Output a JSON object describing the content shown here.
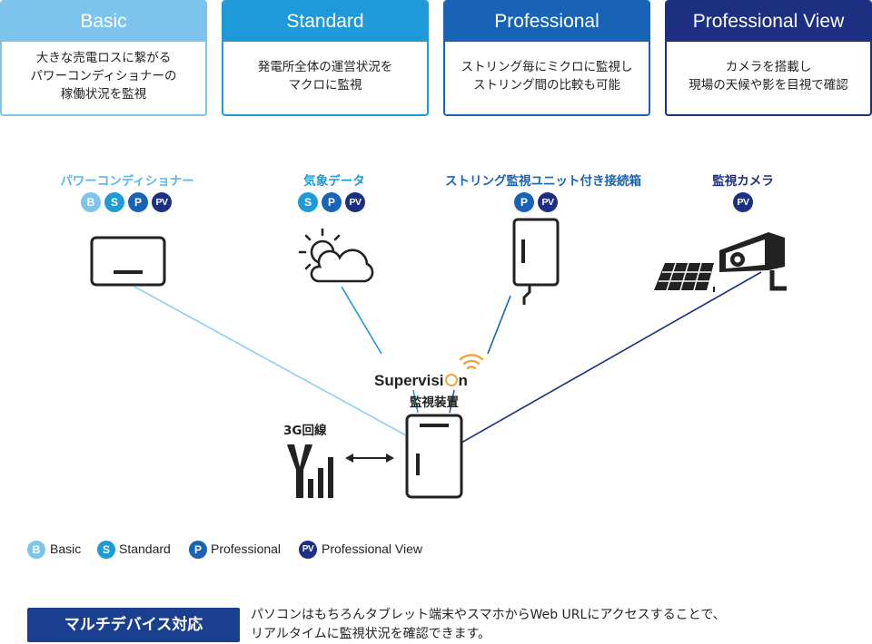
{
  "plans": [
    {
      "key": "basic",
      "name": "Basic",
      "description": "大きな売電ロスに繋がる\nパワーコンディショナーの\n稼働状況を監視",
      "color": "#7cc4ec"
    },
    {
      "key": "standard",
      "name": "Standard",
      "description": "発電所全体の運営状況を\nマクロに監視",
      "color": "#1e9ad8"
    },
    {
      "key": "professional",
      "name": "Professional",
      "description": "ストリング毎にミクロに監視し\nストリング間の比較も可能",
      "color": "#1863b5"
    },
    {
      "key": "pv",
      "name": "Professional View",
      "description": "カメラを搭載し\n現場の天候や影を目視で確認",
      "color": "#1d2f80"
    }
  ],
  "components": [
    {
      "key": "pcs",
      "title": "パワーコンディショナー",
      "title_color": "#5ab5e8",
      "badges": [
        "B",
        "S",
        "P",
        "PV"
      ]
    },
    {
      "key": "weather",
      "title": "気象データ",
      "title_color": "#1e9ad8",
      "badges": [
        "S",
        "P",
        "PV"
      ]
    },
    {
      "key": "string",
      "title": "ストリング監視ユニット付き接続箱",
      "title_color": "#1863b5",
      "badges": [
        "P",
        "PV"
      ]
    },
    {
      "key": "camera",
      "title": "監視カメラ",
      "title_color": "#1d2f80",
      "badges": [
        "PV"
      ]
    }
  ],
  "supervision": {
    "brand_prefix": "Supervisi",
    "brand_suffix": "n",
    "label": "監視装置"
  },
  "network": {
    "label": "3G回線"
  },
  "legend": [
    {
      "badge": "B",
      "label": "Basic",
      "color": "#7cc4ec"
    },
    {
      "badge": "S",
      "label": "Standard",
      "color": "#1e9ad8"
    },
    {
      "badge": "P",
      "label": "Professional",
      "color": "#1863b5"
    },
    {
      "badge": "PV",
      "label": "Professional View",
      "color": "#1d2f80"
    }
  ],
  "multi_device": {
    "label": "マルチデバイス対応",
    "text": "パソコンはもちろんタブレット端末やスマホからWeb URLにアクセスすることで、\nリアルタイムに監視状況を確認できます。"
  },
  "icons": [
    "power-conditioner-icon",
    "weather-icon",
    "junction-box-icon",
    "solar-panel-icon",
    "camera-icon",
    "wifi-icon",
    "antenna-icon",
    "supervision-device-icon",
    "bidirectional-arrow-icon"
  ]
}
